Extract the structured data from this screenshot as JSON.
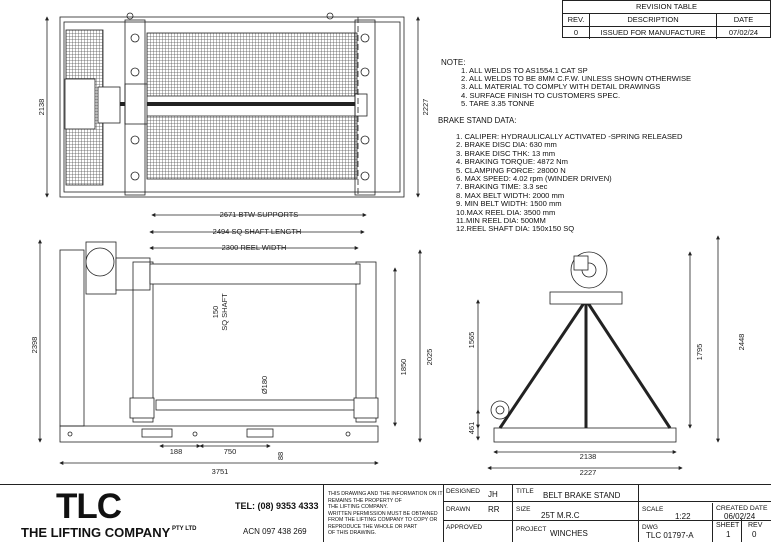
{
  "revision_table": {
    "title": "REVISION TABLE",
    "headers": [
      "REV.",
      "DESCRIPTION",
      "DATE"
    ],
    "rows": [
      [
        "0",
        "ISSUED FOR MANUFACTURE",
        "07/02/24"
      ]
    ]
  },
  "notes": {
    "heading": "NOTE:",
    "items": [
      "1.  ALL WELDS TO AS1554.1 CAT SP",
      "2.  ALL WELDS TO BE 8MM C.F.W. UNLESS SHOWN OTHERWISE",
      "3.  ALL MATERIAL TO COMPLY WITH DETAIL DRAWINGS",
      "4.  SURFACE FINISH TO CUSTOMERS SPEC.",
      "5.  TARE 3.35 TONNE"
    ]
  },
  "brake_stand": {
    "heading": "BRAKE STAND DATA:",
    "items": [
      "1.   CALIPER: HYDRAULICALLY ACTIVATED -SPRING RELEASED",
      "2.   BRAKE DISC DIA: 630 mm",
      "3.   BRAKE DISC THK: 13 mm",
      "4.   BRAKING TORQUE: 4872 Nm",
      "5.   CLAMPING FORCE: 28000 N",
      "6.   MAX SPEED: 4.02 rpm (WINDER DRIVEN)",
      "7.   BRAKING TIME: 3.3 sec",
      "8.   MAX BELT WIDTH: 2000 mm",
      "9.   MIN BELT WIDTH: 1500 mm",
      "10.MAX REEL DIA: 3500 mm",
      "11.MIN REEL DIA: 500MM",
      "12.REEL SHAFT DIA: 150x150 SQ"
    ]
  },
  "dimensions": {
    "plan_height": "2138",
    "plan_height_outer": "2227",
    "btw_supports": "2671 BTW SUPPORTS",
    "shaft_length": "2494 SQ SHAFT LENGTH",
    "reel_width": "2300 REEL WIDTH",
    "front_height": "2398",
    "shaft_sq": "150",
    "shaft_sq_label": "SQ SHAFT",
    "dia": "Ø180",
    "h1850": "1850",
    "h2025": "2025",
    "d188": "188",
    "d750": "750",
    "d88": "88",
    "overall_length": "3751",
    "side_h1565": "1565",
    "side_h461": "461",
    "side_h1795": "1795",
    "side_h2448": "2448",
    "side_w2138": "2138",
    "side_w2227": "2227"
  },
  "title_block": {
    "logo": "TLC",
    "company": "THE LIFTING COMPANY",
    "pty": "PTY LTD",
    "tel": "TEL: (08) 9353 4333",
    "acn": "ACN 097 438 269",
    "disclaimer": [
      "THIS DRAWING AND THE INFORMATION ON IT",
      "REMAINS THE PROPERTY OF",
      "THE LIFTING COMPANY.",
      "WRITTEN PERMISSION MUST BE OBTAINED",
      "FROM THE LIFTING COMPANY TO COPY OR",
      "REPRODUCE THE WHOLE OR PART",
      "OF THIS DRAWING."
    ],
    "designed_label": "DESIGNED",
    "designed": "JH",
    "drawn_label": "DRAWN",
    "drawn": "RR",
    "approved_label": "APPROVED",
    "title_label": "TITLE",
    "title": "BELT BRAKE STAND",
    "size_label": "SIZE",
    "size": "25T M.R.C",
    "project_label": "PROJECT",
    "project": "WINCHES",
    "scale_label": "SCALE",
    "scale": "1:22",
    "dwg_label": "DWG",
    "dwg": "TLC 01797-A",
    "created_label": "CREATED DATE",
    "created": "06/02/24",
    "sheet_label": "SHEET",
    "sheet": "1",
    "rev_label": "REV",
    "rev": "0"
  },
  "colors": {
    "line": "#222222",
    "accent": "#111111"
  }
}
